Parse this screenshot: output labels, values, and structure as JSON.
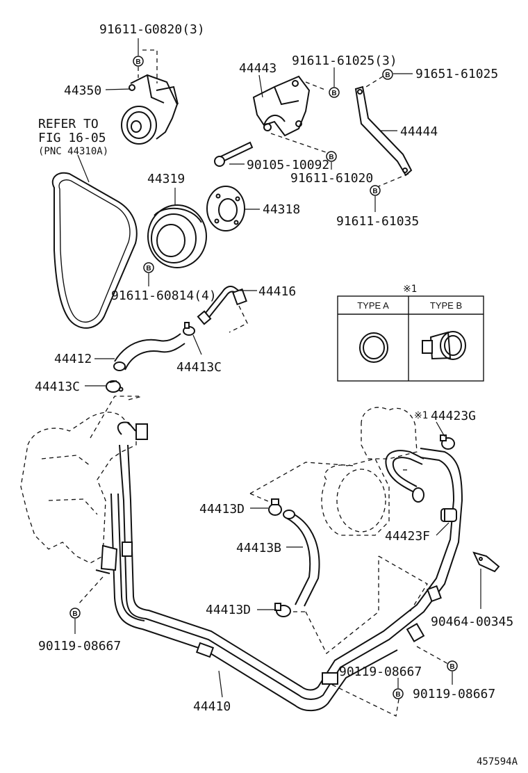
{
  "labels": {
    "p_91611_G0820": "91611-G0820(3)",
    "p_44350": "44350",
    "p_44443": "44443",
    "p_91611_61025": "91611-61025(3)",
    "p_91651_61025": "91651-61025",
    "p_44444": "44444",
    "p_90105_10092": "90105-10092",
    "p_91611_61020": "91611-61020",
    "p_91611_61035": "91611-61035",
    "p_44319": "44319",
    "p_44318": "44318",
    "p_91611_60814": "91611-60814(4)",
    "p_44416": "44416",
    "p_44412": "44412",
    "p_44413C_a": "44413C",
    "p_44413C_b": "44413C",
    "p_44423G": "44423G",
    "p_44413D_a": "44413D",
    "p_44413B": "44413B",
    "p_44423F": "44423F",
    "p_44413D_b": "44413D",
    "p_90464_00345": "90464-00345",
    "p_90119_08667_a": "90119-08667",
    "p_90119_08667_b": "90119-08667",
    "p_90119_08667_c": "90119-08667",
    "p_44410": "44410",
    "note_mark": "※1",
    "ref_line1": "REFER TO",
    "ref_line2": "FIG 16-05",
    "ref_line3": "(PNC 44310A)",
    "diagram_id": "457594A"
  },
  "type_box": {
    "marker": "※1",
    "type_a": "TYPE A",
    "type_b": "TYPE B"
  },
  "bolt_mark": "B"
}
